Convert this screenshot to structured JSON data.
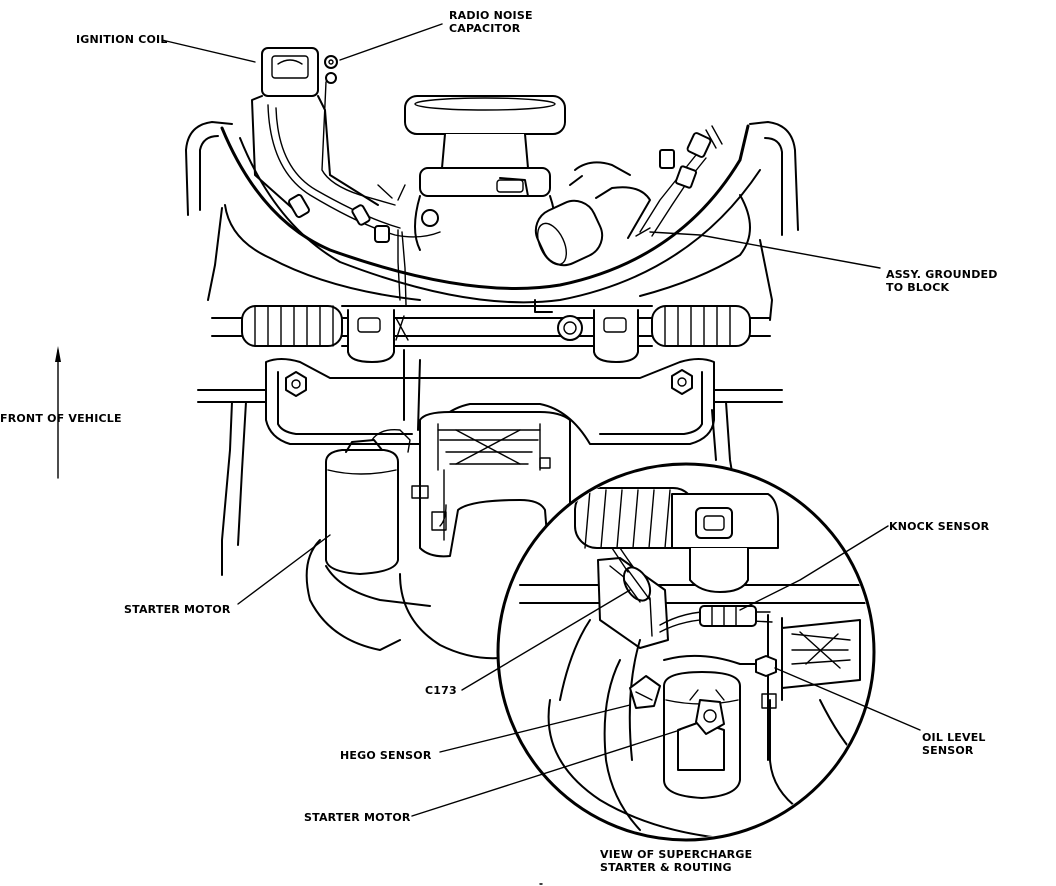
{
  "labels": {
    "ignition_coil": "IGNITION COIL",
    "radio_noise_capacitor": [
      "RADIO NOISE",
      "CAPACITOR"
    ],
    "assy_grounded": [
      "ASSY. GROUNDED",
      "TO BLOCK"
    ],
    "front_of_vehicle": "FRONT OF VEHICLE",
    "knock_sensor": "KNOCK SENSOR",
    "starter_motor_upper": "STARTER MOTOR",
    "c173": "C173",
    "hego_sensor": "HEGO SENSOR",
    "starter_motor_lower": "STARTER MOTOR",
    "oil_level_sensor": [
      "OIL LEVEL",
      "SENSOR"
    ],
    "view_caption": [
      "VIEW OF SUPERCHARGE",
      "STARTER & ROUTING"
    ]
  },
  "icons": [
    "engine-drawing",
    "detail-circle",
    "front-arrow-icon"
  ]
}
